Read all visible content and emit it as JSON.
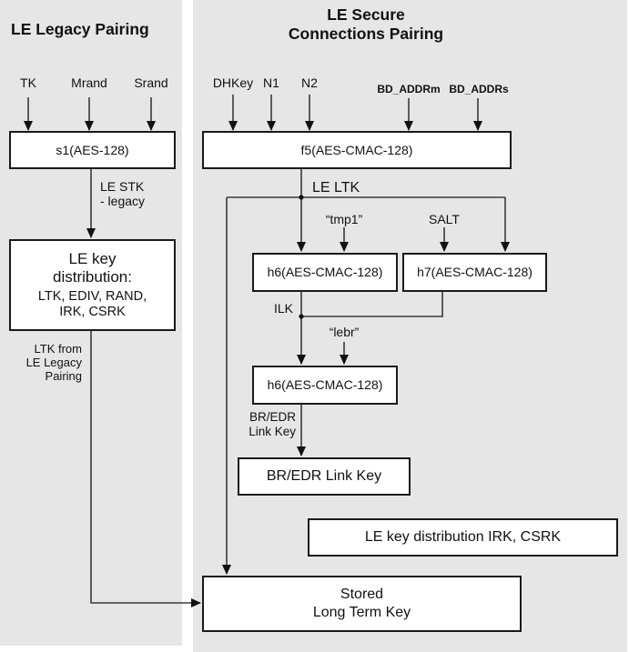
{
  "left": {
    "title": "LE Legacy Pairing",
    "inputs": [
      "TK",
      "Mrand",
      "Srand"
    ],
    "s1_label": "s1(AES-128)",
    "stk1": "LE STK",
    "stk2": "- legacy",
    "dist1": "LE key",
    "dist2": "distribution:",
    "dist3": "LTK, EDIV, RAND,",
    "dist4": "IRK, CSRK",
    "ltk1": "LTK from",
    "ltk2": "LE Legacy",
    "ltk3": "Pairing"
  },
  "right": {
    "title1": "LE Secure",
    "title2": "Connections Pairing",
    "inputs": [
      "DHKey",
      "N1",
      "N2"
    ],
    "addr_m": "BD_ADDRm",
    "addr_s": "BD_ADDRs",
    "f5_label": "f5(AES-CMAC-128)",
    "le_ltk": "LE LTK",
    "tmp1": "“tmp1”",
    "salt": "SALT",
    "h6a": "h6(AES-CMAC-128)",
    "h7": "h7(AES-CMAC-128)",
    "ilk": "ILK",
    "lebr": "“lebr”",
    "h6b": "h6(AES-CMAC-128)",
    "brlk1": "BR/EDR",
    "brlk2": "Link Key",
    "bredr_box": "BR/EDR Link Key",
    "irk_box": "LE key distribution IRK, CSRK",
    "stored1": "Stored",
    "stored2": "Long Term Key"
  },
  "colors": {
    "panel_bg": "#e6e6e6",
    "box_bg": "#ffffff",
    "border": "#1a1a1a",
    "line": "#3a3a3a",
    "text": "#111111"
  }
}
